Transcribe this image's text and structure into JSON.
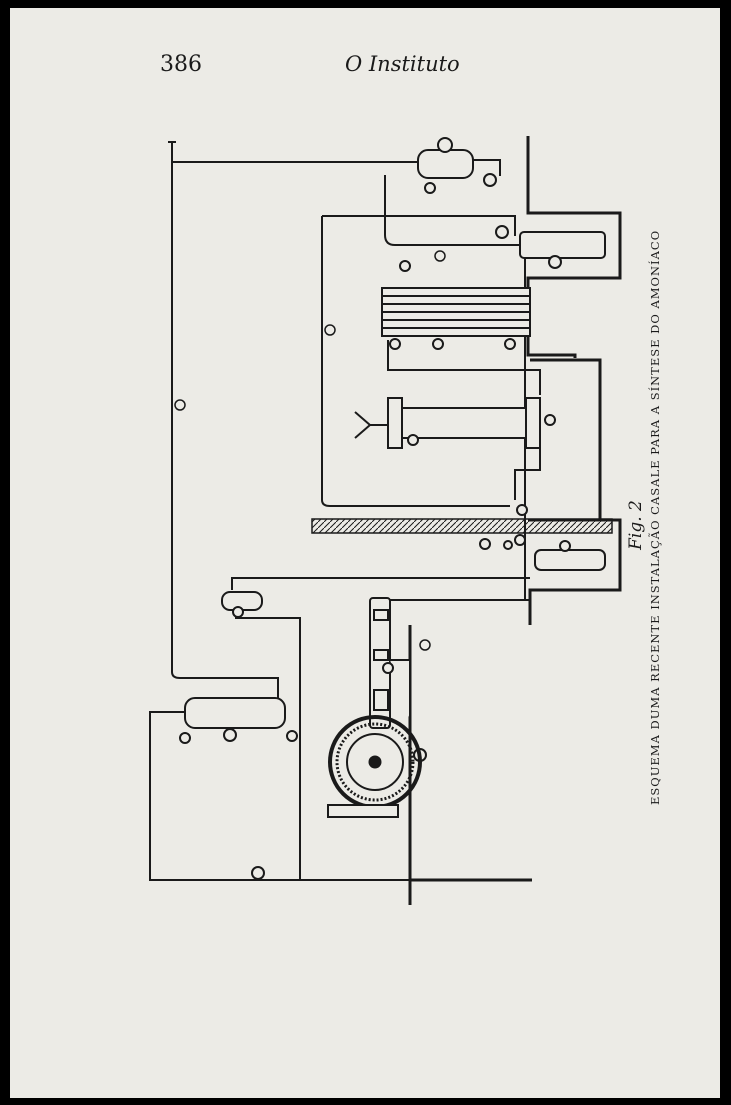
{
  "page": {
    "number": "386",
    "running_title": "O Instituto"
  },
  "figure": {
    "label": "Fig. 2",
    "caption": "ESQUEMA DUMA RECENTE INSTALAÇÃO CASALE PARA A SÍNTESE DO AMONÍACO"
  },
  "colors": {
    "paper": "#ecebe6",
    "ink": "#1a1a1a",
    "frame": "#000000"
  }
}
